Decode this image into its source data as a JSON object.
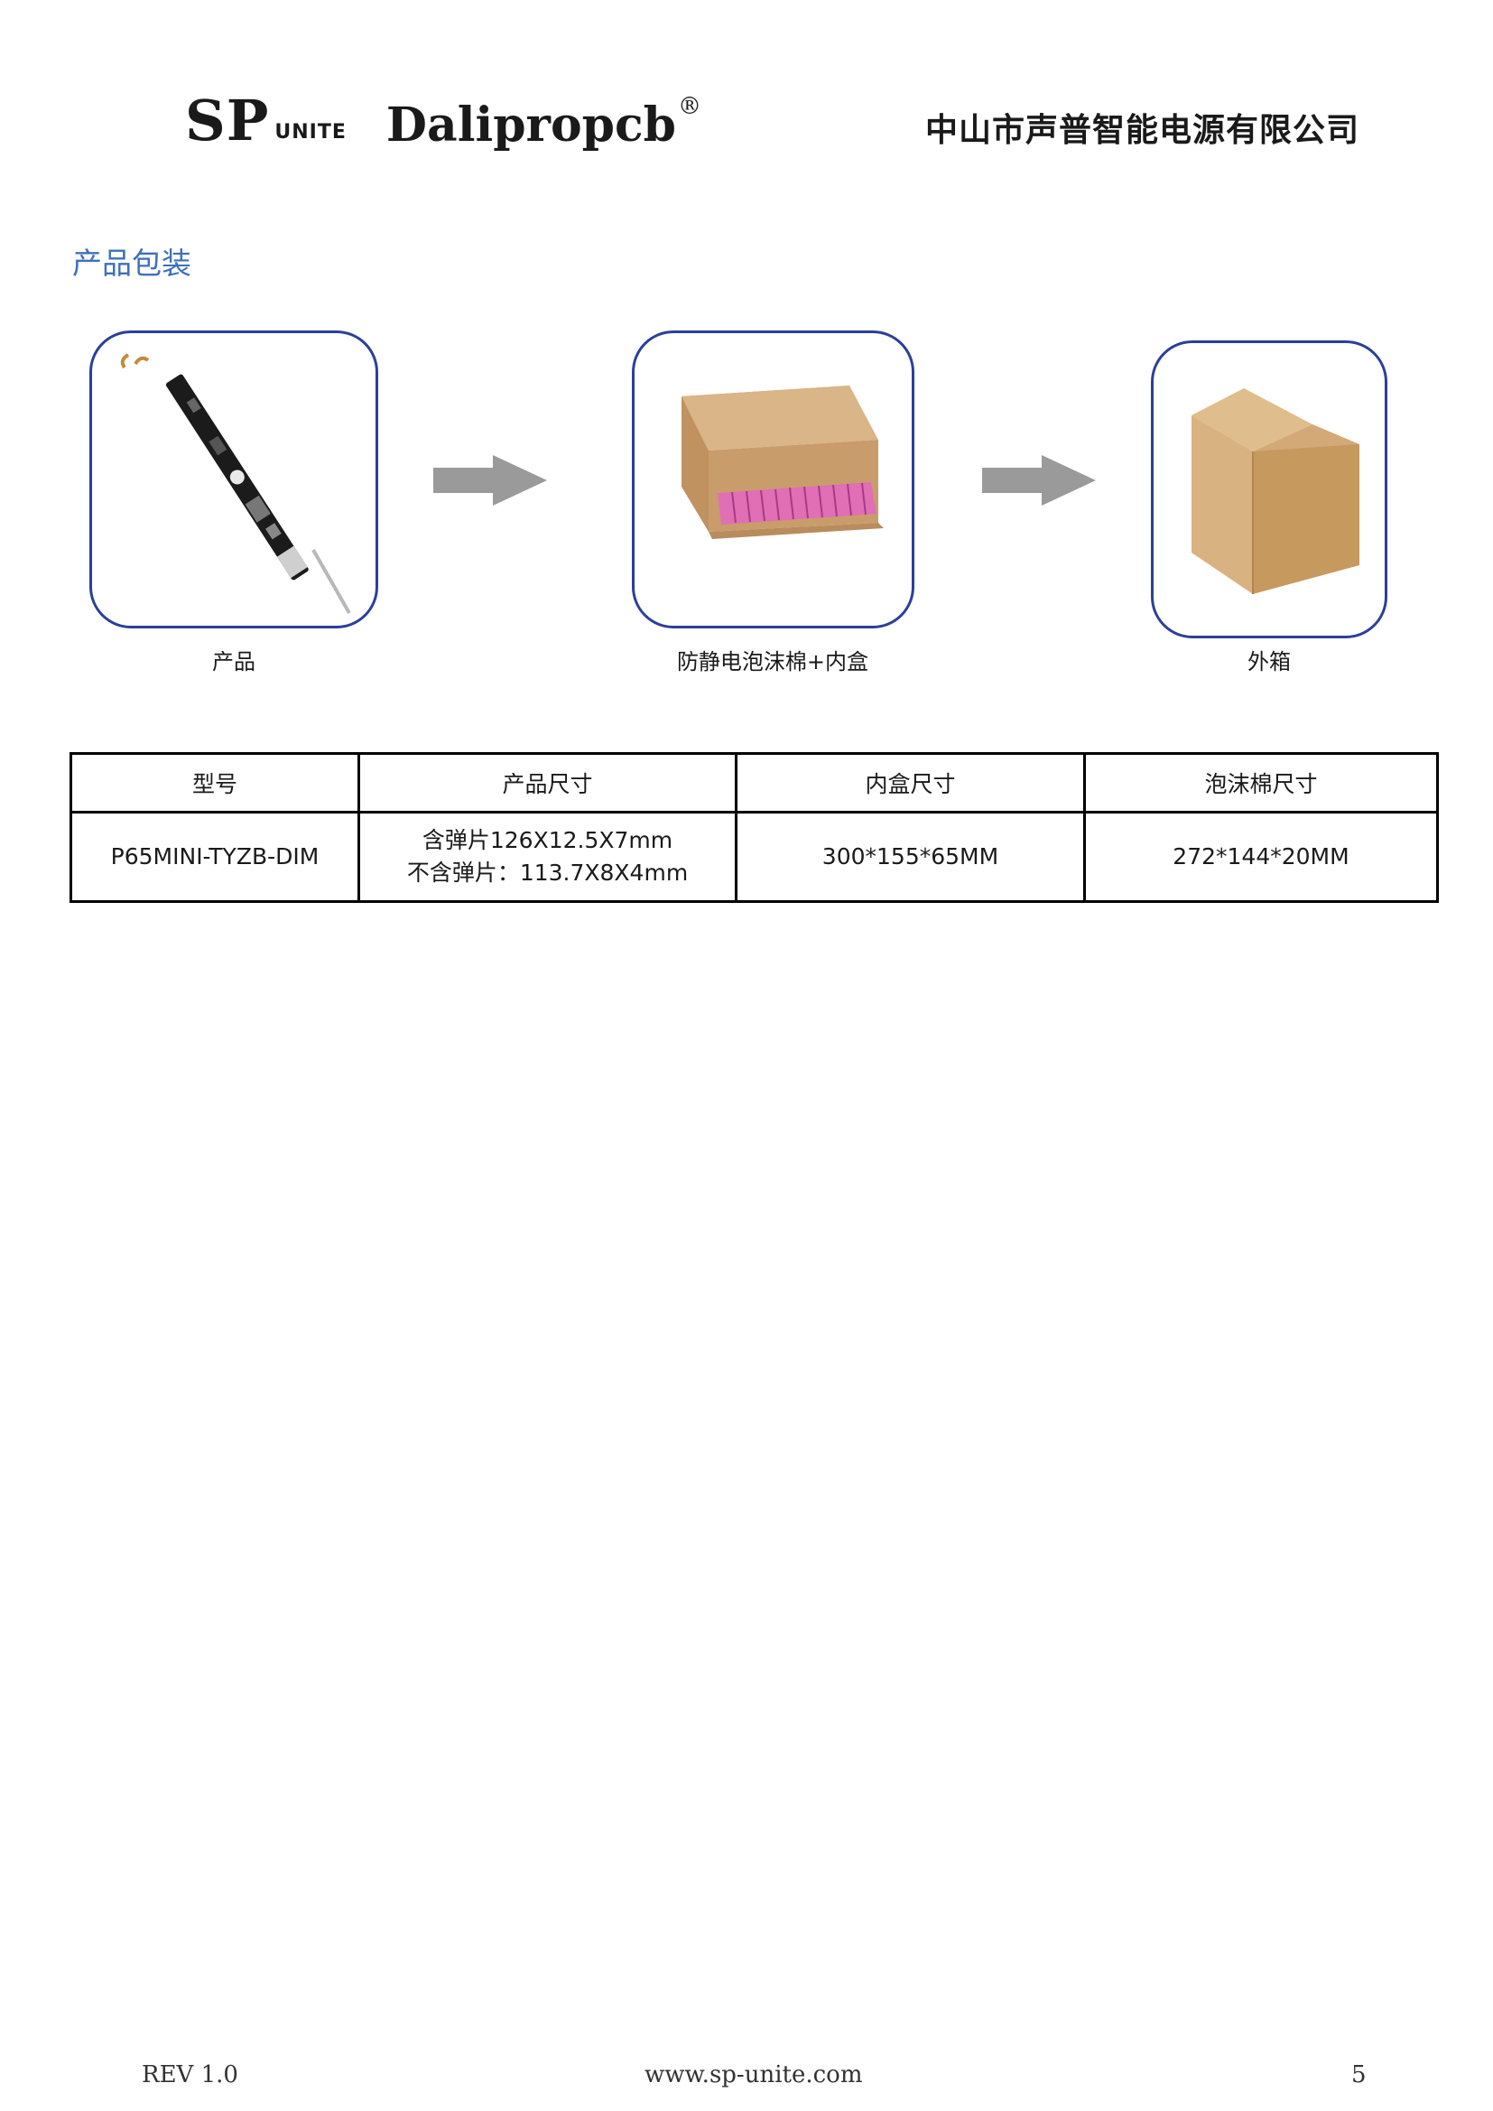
{
  "header": {
    "logo_sp": "SP",
    "logo_unite": "UNITE",
    "logo_brand": "Dalipropcb",
    "logo_reg": "®",
    "company": "中山市声普智能电源有限公司"
  },
  "section": {
    "title": "产品包装"
  },
  "packaging": [
    {
      "label": "产品",
      "icon": "led-board-icon"
    },
    {
      "label": "防静电泡沫棉+内盒",
      "icon": "inner-box-icon"
    },
    {
      "label": "外箱",
      "icon": "carton-icon"
    }
  ],
  "colors": {
    "accent": "#3f6fb8",
    "box_border": "#2b3f9a",
    "foam": "#e06fb5",
    "carton": "#d4ab7a",
    "arrow": "#9a9a9a"
  },
  "table": {
    "headers": [
      "型号",
      "产品尺寸",
      "内盒尺寸",
      "泡沫棉尺寸"
    ],
    "row": {
      "model": "P65MINI-TYZB-DIM",
      "size_line1": "含弹片126X12.5X7mm",
      "size_line2": "不含弹片：113.7X8X4mm",
      "inner_box": "300*155*65MM",
      "foam": "272*144*20MM"
    }
  },
  "footer": {
    "rev": "REV 1.0",
    "website": "www.sp-unite.com",
    "page": "5"
  }
}
